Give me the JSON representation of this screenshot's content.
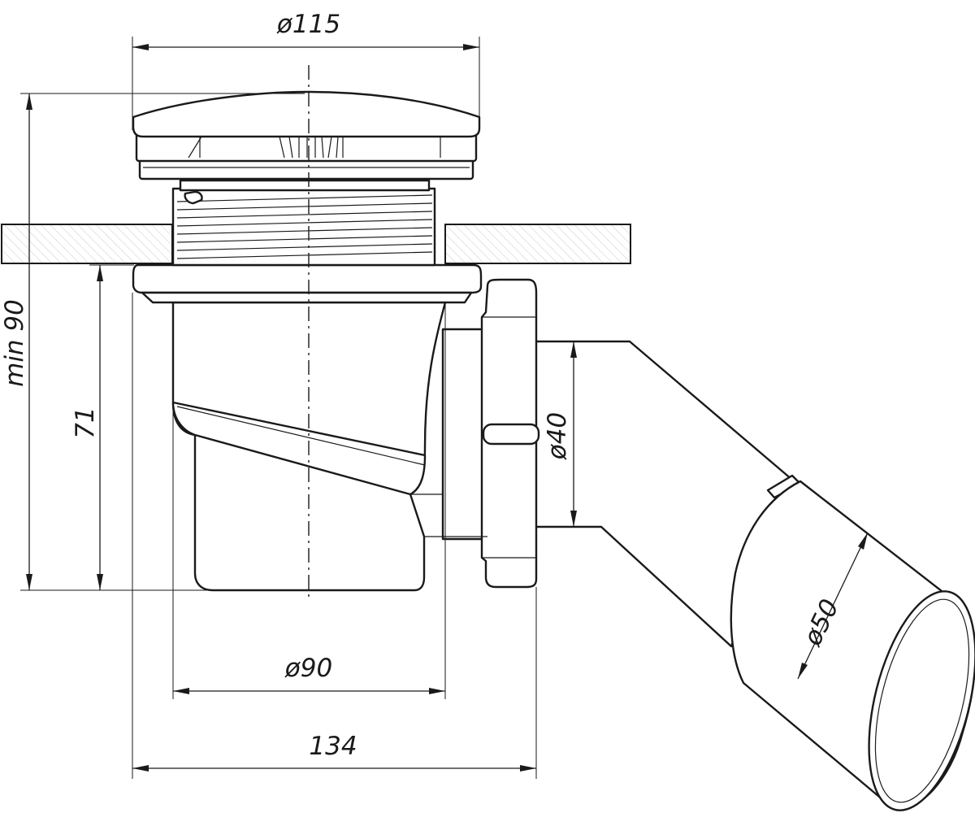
{
  "drawing": {
    "subject": "Shower drain trap with angled outlet",
    "dimensions": {
      "top_diameter": "ø115",
      "body_diameter": "ø90",
      "overall_width": "134",
      "body_height": "71",
      "min_height": "min  90",
      "outlet_diameter": "ø40",
      "pipe_diameter": "ø50"
    }
  }
}
